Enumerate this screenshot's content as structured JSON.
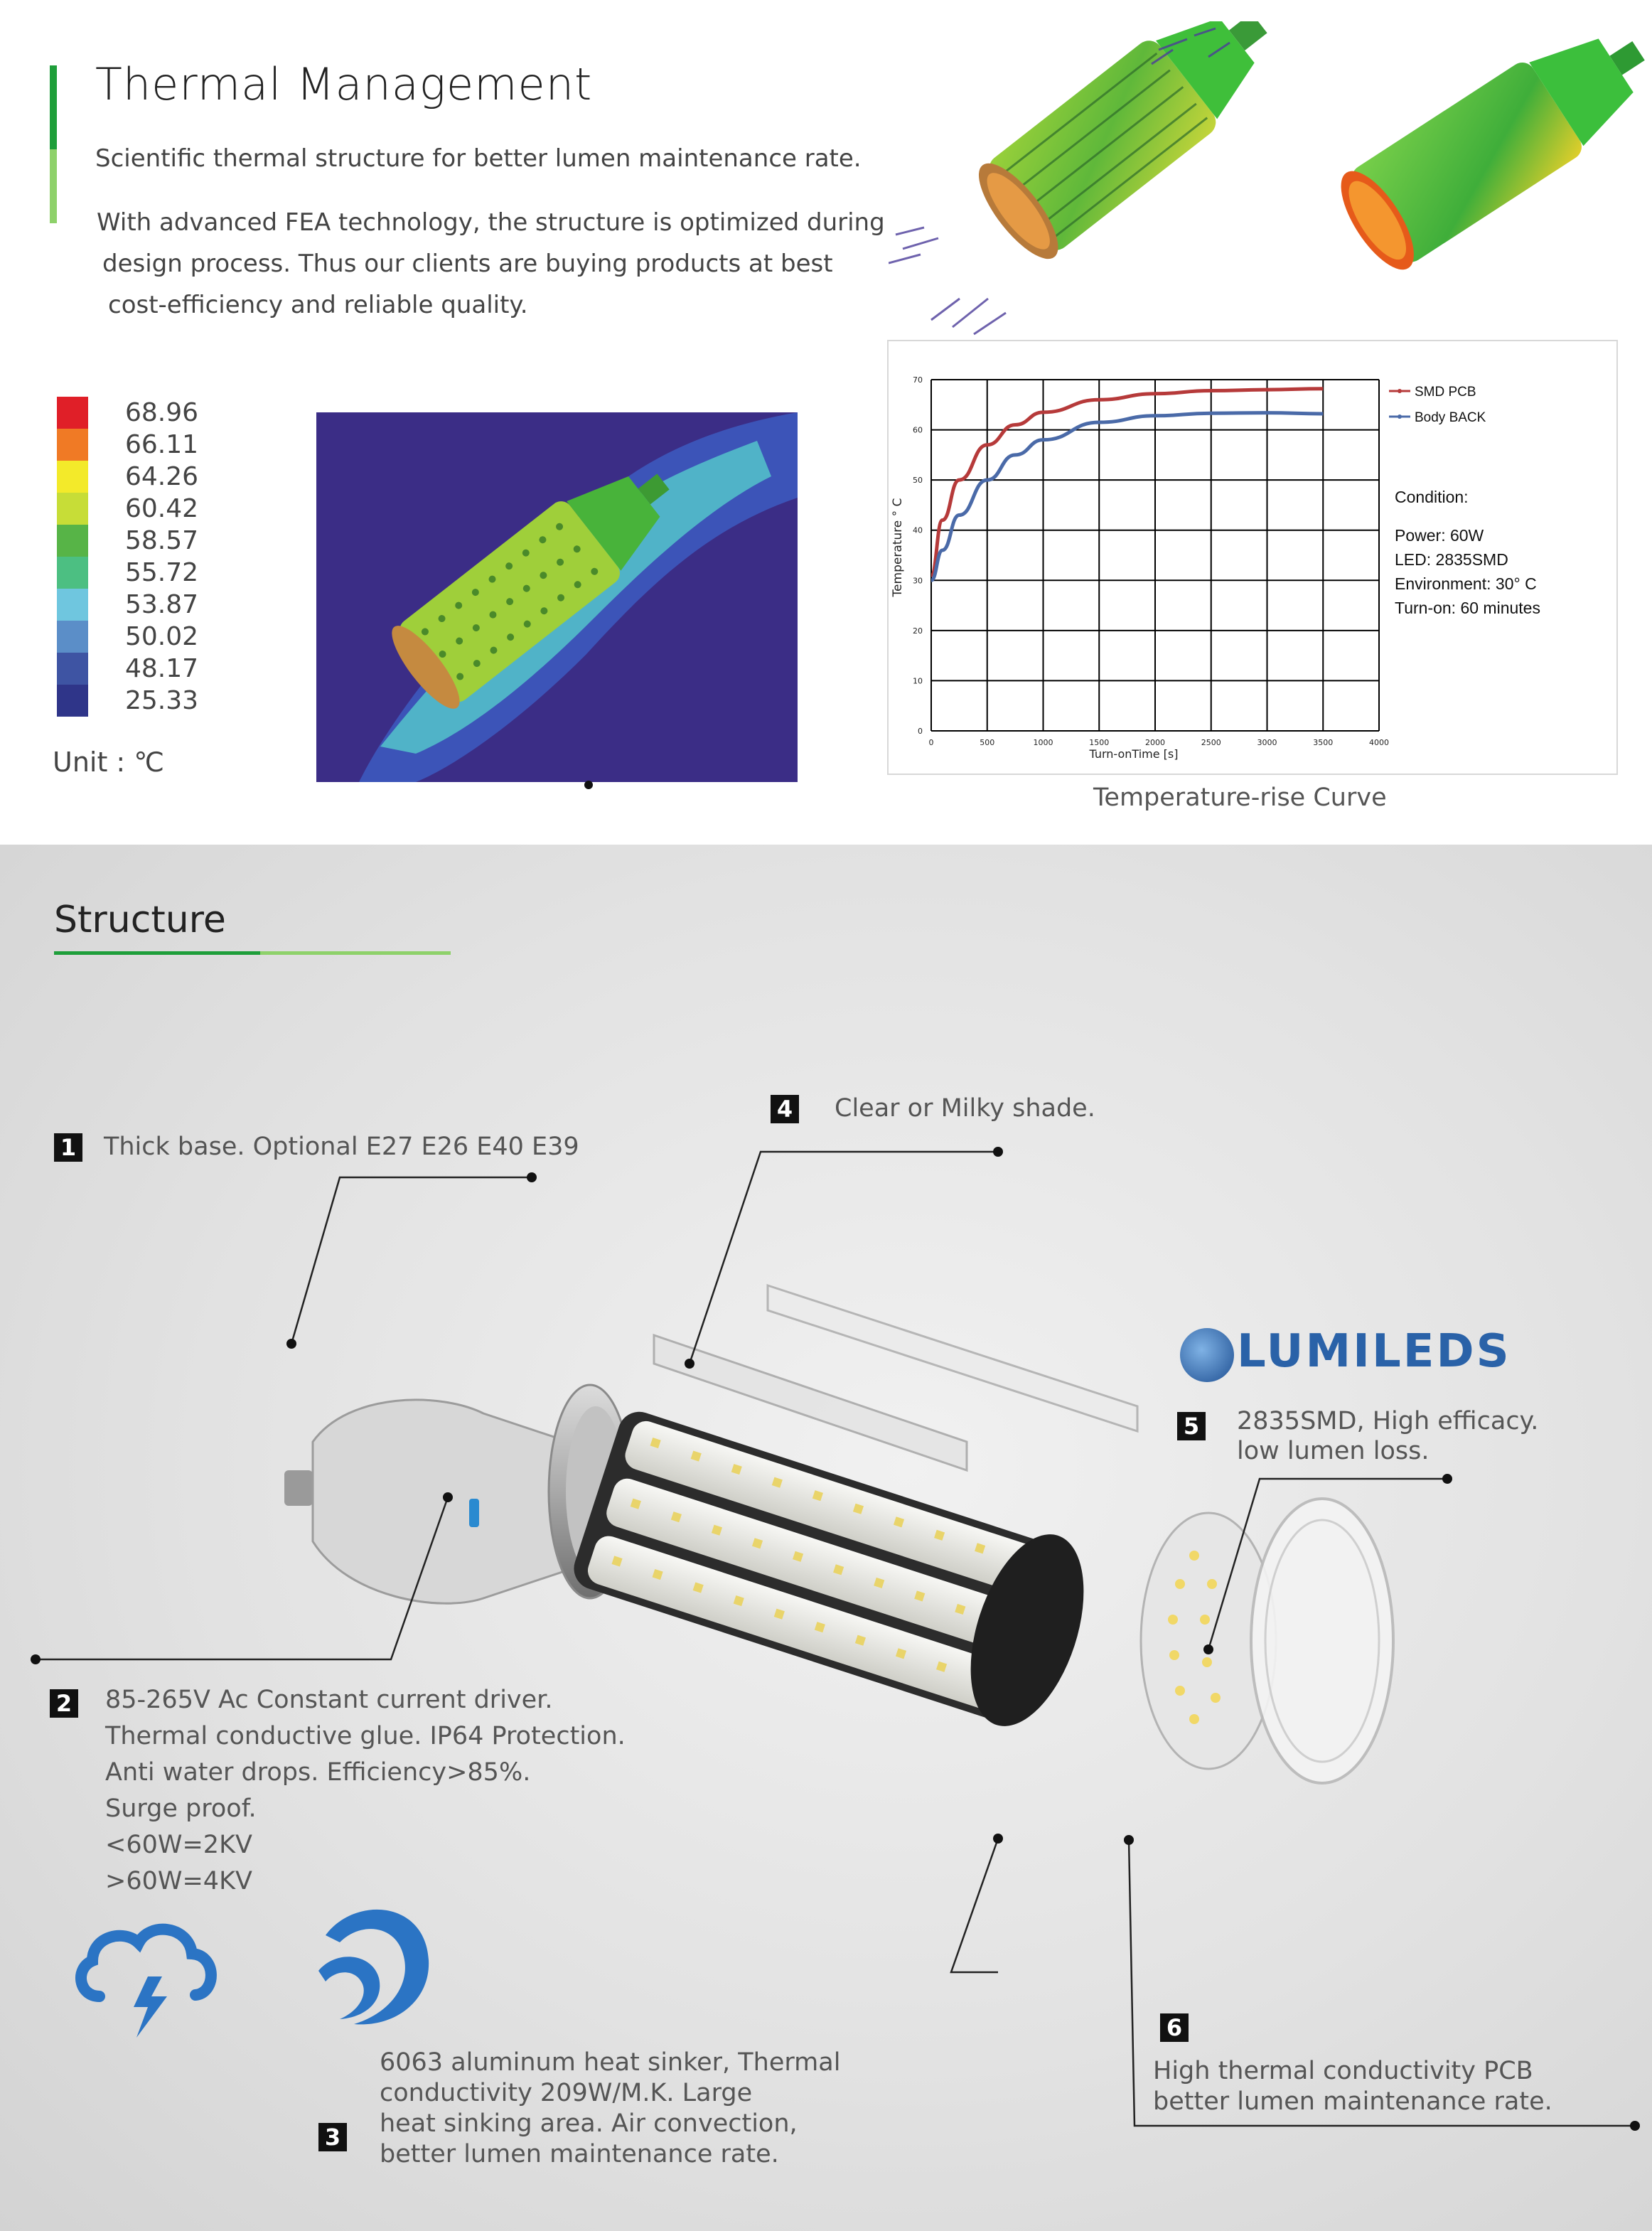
{
  "thermal": {
    "title": "Thermal Management",
    "subtitle": "Scientific thermal structure for better lumen maintenance rate.",
    "desc_lines": [
      "With advanced FEA technology, the structure is optimized during",
      "design  process. Thus our clients are buying products at best",
      "cost-efficiency and reliable quality."
    ],
    "legend": {
      "values": [
        "68.96",
        "66.11",
        "64.26",
        "60.42",
        "58.57",
        "55.72",
        "53.87",
        "50.02",
        "48.17",
        "25.33"
      ],
      "colors": [
        "#e01f28",
        "#f07a25",
        "#f3ea2a",
        "#c7dd37",
        "#57b447",
        "#4cbf82",
        "#6fc6df",
        "#5b8ec8",
        "#3e54a3",
        "#2f3589"
      ],
      "unit": "Unit : ℃"
    }
  },
  "chart_data": {
    "type": "line",
    "title": "",
    "xlabel": "Turn-onTime [s]",
    "ylabel": "Temperature ° C",
    "xlim": [
      0,
      4000
    ],
    "ylim": [
      0,
      70
    ],
    "xticks": [
      "0",
      "500",
      "1000",
      "1500",
      "2000",
      "2500",
      "3000",
      "3500",
      "4000"
    ],
    "yticks": [
      "0",
      "10",
      "20",
      "30",
      "40",
      "50",
      "60",
      "70"
    ],
    "grid": true,
    "legend_position": "top-right",
    "series": [
      {
        "name": "SMD PCB",
        "color": "#b63a3a",
        "x": [
          0,
          100,
          250,
          500,
          750,
          1000,
          1500,
          2000,
          2500,
          3000,
          3500
        ],
        "y": [
          31,
          42,
          50,
          57,
          61,
          63.5,
          66,
          67.2,
          67.8,
          68,
          68.2
        ]
      },
      {
        "name": "Body BACK",
        "color": "#4a6aa8",
        "x": [
          0,
          100,
          250,
          500,
          750,
          1000,
          1500,
          2000,
          2500,
          3000,
          3500
        ],
        "y": [
          30,
          36,
          43,
          50,
          55,
          58,
          61.5,
          62.8,
          63.3,
          63.4,
          63.2
        ]
      }
    ],
    "condition": [
      "Condition:",
      "Power: 60W",
      "LED: 2835SMD",
      "Environment: 30°  C",
      "Turn-on: 60 minutes"
    ],
    "caption": "Temperature-rise Curve"
  },
  "structure": {
    "title": "Structure",
    "items": [
      {
        "num": "1",
        "lines": [
          "Thick base. Optional E27 E26 E40 E39"
        ]
      },
      {
        "num": "2",
        "lines": [
          "85-265V Ac Constant current driver.",
          "Thermal conductive glue. IP64 Protection.",
          "Anti water drops. Efficiency>85%.",
          "Surge proof.",
          "<60W=2KV",
          ">60W=4KV"
        ]
      },
      {
        "num": "3",
        "lines": [
          "6063 aluminum heat sinker, Thermal",
          "conductivity 209W/M.K.  Large",
          "heat sinking area. Air convection,",
          "better lumen maintenance rate."
        ]
      },
      {
        "num": "4",
        "lines": [
          "Clear or Milky shade."
        ]
      },
      {
        "num": "5",
        "lines": [
          "2835SMD, High efficacy.",
          "low lumen loss."
        ]
      },
      {
        "num": "6",
        "lines": [
          "High  thermal  conductivity PCB",
          "better lumen maintenance rate."
        ]
      }
    ],
    "brand": "LUMILEDS"
  },
  "icons": [
    "cloud-lightning-icon",
    "water-wave-icon",
    "lumileds-logo-icon"
  ]
}
